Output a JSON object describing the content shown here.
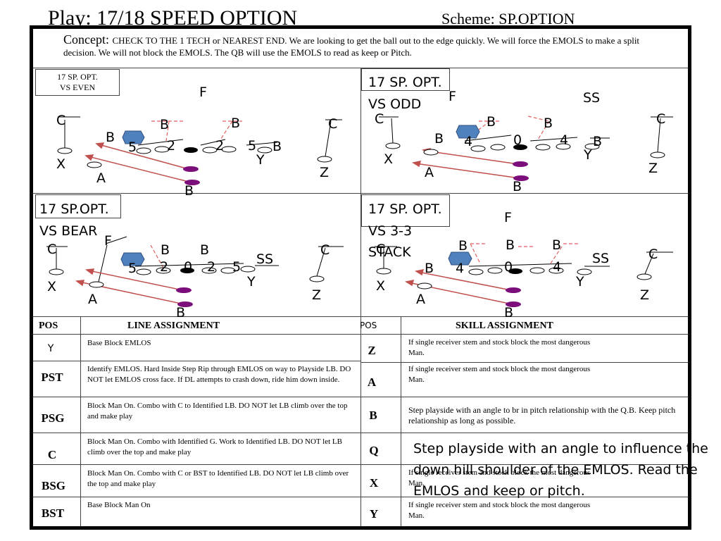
{
  "title": "Play: 17/18 SPEED OPTION",
  "scheme": "Scheme: SP.OPTION",
  "concept": {
    "lead": "Concept: ",
    "text": "CHECK TO THE 1 TECH or NEAREST END. We are looking to get the ball out to the edge quickly.  We will force the EMOLS to make a split decision.  We will not block the EMOLS. The QB will use the EMOLS to read as keep or Pitch."
  },
  "diagrams": {
    "even": {
      "title_line1": "17 SP. OPT.",
      "title_line2": "VS EVEN"
    },
    "odd": {
      "title_line1": "17 SP. OPT.",
      "title_line2": "VS ODD"
    },
    "bear": {
      "title_line1": "17 SP.OPT.",
      "title_line2": "VS BEAR"
    },
    "stack": {
      "title_line1": "17 SP. OPT.",
      "title_line2": "VS 3-3",
      "title_line3": "STACK"
    }
  },
  "marks": {
    "F": "F",
    "SS": "SS",
    "C": "C",
    "B": "B",
    "X": "X",
    "A": "A",
    "Y": "Y",
    "Z": "Z",
    "n5": "5",
    "n2": "2",
    "n0": "0",
    "n4": "4"
  },
  "colors": {
    "defender_fill": "#4f81bd",
    "ball_carrier_fill": "#7b0e7b",
    "route": "#c0504d",
    "dashed": "#e06060"
  },
  "table": {
    "left_header_pos": "POS",
    "left_header_assign": "LINE ASSIGNMENT",
    "right_header_pos": "POS",
    "right_header_assign": "SKILL ASSIGNMENT",
    "line_rows": [
      {
        "pos": "Y",
        "text": "Base Block EMLOS"
      },
      {
        "pos": "PST",
        "text": "Identify EMLOS.  Hard Inside Step Rip through EMLOS on way to Playside LB. DO NOT let EMLOS cross face.  If DL attempts to crash down, ride him down inside."
      },
      {
        "pos": "PSG",
        "text": "Block Man On.  Combo with C to Identified LB.  DO NOT let LB climb over the top and make play"
      },
      {
        "pos": "C",
        "text": "Block Man On.  Combo with Identified G.  Work to Identified LB. DO NOT let LB climb over the top and make play"
      },
      {
        "pos": "BSG",
        "text": "Block Man On.  Combo with C or BST to Identified LB. DO NOT let LB climb over the top and make play"
      },
      {
        "pos": "BST",
        "text": "Base Block Man On"
      }
    ],
    "skill_rows": [
      {
        "pos": "Z",
        "text": "If  single receiver stem and stock block the most dangerous Man."
      },
      {
        "pos": "A",
        "text": "If  single receiver stem and stock block the most dangerous Man."
      },
      {
        "pos": "B",
        "text": "Step playside with an angle to br in pitch relationship with the Q.B. Keep pitch relationship as long as possible."
      },
      {
        "pos": "Q",
        "text": ""
      },
      {
        "pos": "X",
        "text": "If  single receiver stem and stock block the most dangerous Man."
      },
      {
        "pos": "Y",
        "text": "If  single receiver stem and stock block the most dangerous Man."
      }
    ],
    "q_overlay": "Step playside with an angle to influence the down hill shoulder of the EMLOS. Read the EMLOS and keep or pitch."
  }
}
